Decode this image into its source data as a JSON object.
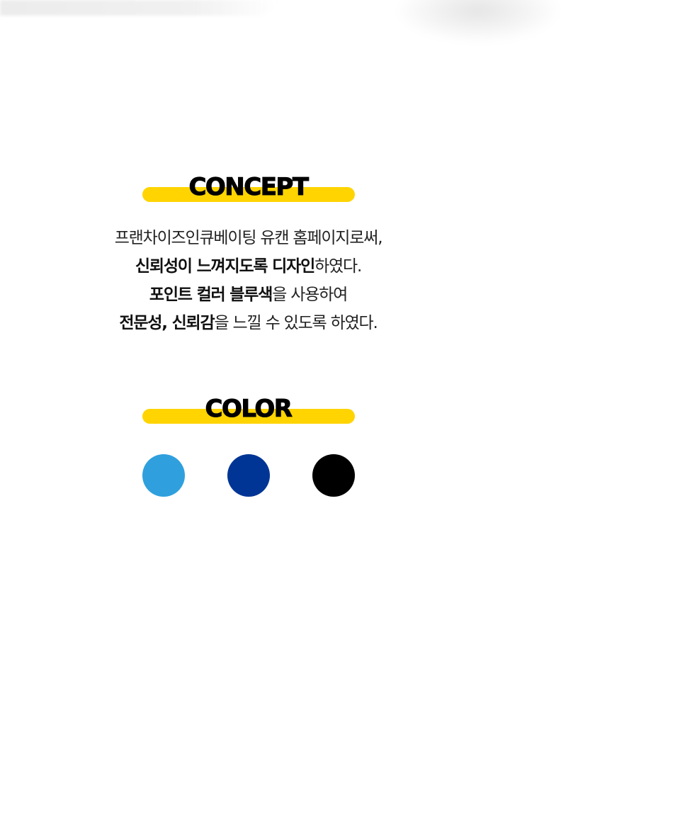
{
  "concept": {
    "title": "CONCEPT",
    "lines": [
      {
        "bold": "",
        "normal": "프랜차이즈인큐베이팅  유캔 홈페이지로써,"
      },
      {
        "bold": "신뢰성이 느껴지도록 디자인",
        "normal": "하였다."
      },
      {
        "bold": "포인트 컬러 블루색",
        "normal": "을 사용하여"
      },
      {
        "bold": "전문성, 신뢰감",
        "normal": "을 느낄 수 있도록 하였다."
      }
    ]
  },
  "color_section": {
    "title": "COLOR",
    "swatches": [
      "#2fa0dd",
      "#003595",
      "#000000"
    ]
  },
  "accent_color": "#ffd400"
}
